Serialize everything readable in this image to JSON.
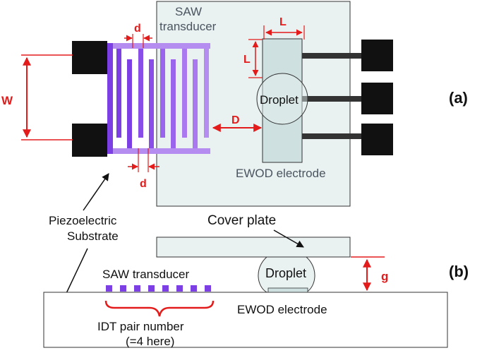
{
  "labels": {
    "saw_top": "SAW",
    "saw_bottom": "transducer",
    "dim_d_top": "d",
    "dim_d_bottom": "d",
    "dim_w": "W",
    "dim_l_top": "L",
    "dim_l_side": "L",
    "dim_D": "D",
    "droplet_top": "Droplet",
    "ewod_top": "EWOD electrode",
    "panel_a": "(a)",
    "piezo_line1": "Piezoelectric",
    "piezo_line2": "Substrate",
    "cover_plate": "Cover plate",
    "panel_b": "(b)",
    "saw_b": "SAW transducer",
    "droplet_b": "Droplet",
    "dim_g": "g",
    "ewod_b": "EWOD electrode",
    "idt_line1": "IDT pair number",
    "idt_line2": "(=4 here)"
  },
  "colors": {
    "transducer_purple": "#7b3fe4",
    "transducer_light": "#b58cf0",
    "dimension_red": "#e31b1b",
    "pad_black": "#111111",
    "plate_fill": "#e9f1f1",
    "electrode_fill": "#cfe0e0"
  }
}
